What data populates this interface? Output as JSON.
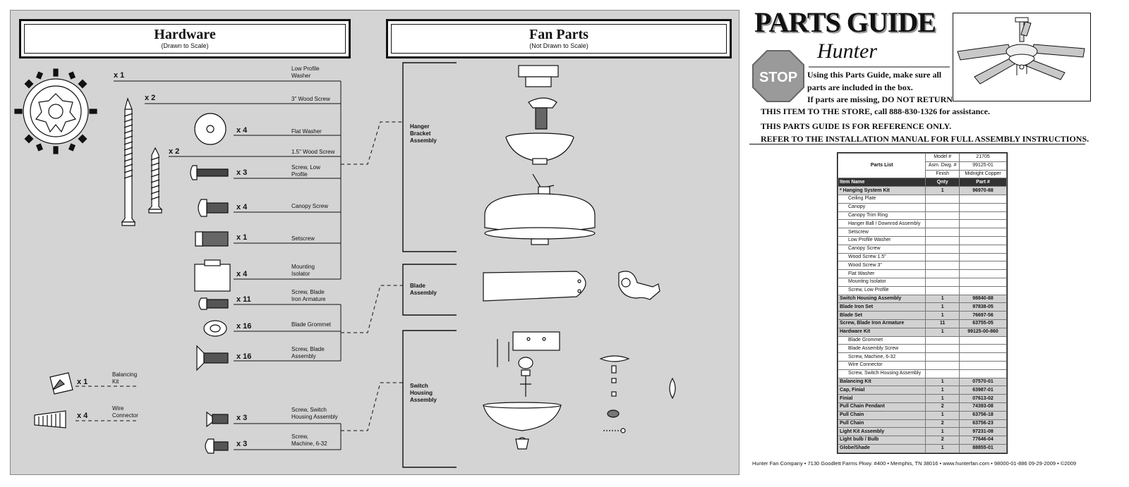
{
  "hardware": {
    "title": "Hardware",
    "subtitle": "(Drawn to Scale)",
    "items": [
      {
        "qty": "x 1",
        "label_a": "Low Profile",
        "label_b": "Washer"
      },
      {
        "qty": "x 2",
        "label_a": "3\" Wood Screw",
        "label_b": ""
      },
      {
        "qty": "x 4",
        "label_a": "Flat Washer",
        "label_b": ""
      },
      {
        "qty": "x 2",
        "label_a": "1.5\" Wood Screw",
        "label_b": ""
      },
      {
        "qty": "x 3",
        "label_a": "Screw, Low",
        "label_b": "Profile"
      },
      {
        "qty": "x 4",
        "label_a": "Canopy Screw",
        "label_b": ""
      },
      {
        "qty": "x 1",
        "label_a": "Setscrew",
        "label_b": ""
      },
      {
        "qty": "x 4",
        "label_a": "Mounting",
        "label_b": "Isolator"
      },
      {
        "qty": "x 11",
        "label_a": "Screw, Blade",
        "label_b": "Iron Armature"
      },
      {
        "qty": "x 16",
        "label_a": "Blade Grommet",
        "label_b": ""
      },
      {
        "qty": "x 16",
        "label_a": "Screw, Blade",
        "label_b": "Assembly"
      },
      {
        "qty": "x 1",
        "label_a": "Balancing",
        "label_b": "Kit"
      },
      {
        "qty": "x 4",
        "label_a": "Wire",
        "label_b": "Connector"
      },
      {
        "qty": "x 3",
        "label_a": "Screw, Switch",
        "label_b": "Housing Assembly"
      },
      {
        "qty": "x 3",
        "label_a": "Screw,",
        "label_b": "Machine, 6-32"
      }
    ]
  },
  "fan_parts": {
    "title": "Fan Parts",
    "subtitle": "(Not Drawn to Scale)",
    "groups": [
      {
        "l1": "Hanger",
        "l2": "Bracket",
        "l3": "Assembly"
      },
      {
        "l1": "Blade",
        "l2": "Assembly",
        "l3": ""
      },
      {
        "l1": "Switch",
        "l2": "Housing",
        "l3": "Assembly"
      }
    ]
  },
  "guide": {
    "title": "PARTS GUIDE",
    "brand": "Hunter",
    "stop": "STOP",
    "line1": "Using this Parts Guide, make sure all",
    "line2": "parts are included in the box.",
    "line3": "If parts are missing, DO NOT RETURN",
    "line4": "THIS ITEM TO THE STORE, call 888-830-1326 for assistance.",
    "line5": "THIS PARTS GUIDE IS FOR REFERENCE ONLY.",
    "line6": "REFER TO THE INSTALLATION MANUAL FOR FULL ASSEMBLY INSTRUCTIONS."
  },
  "parts_list": {
    "title": "Parts List",
    "model_label": "Model #",
    "model": "21705",
    "asm_label": "Asm. Dwg. #",
    "asm": "99125-01",
    "finish_label": "Finish",
    "finish": "Midnight Copper",
    "col_item": "Item Name",
    "col_qty": "Qnty",
    "col_part": "Part #",
    "rows": [
      {
        "name": "* Hanging System Kit",
        "qty": "1",
        "part": "96970-88",
        "main": true
      },
      {
        "name": "Ceiling Plate",
        "qty": "",
        "part": "",
        "main": false
      },
      {
        "name": "Canopy",
        "qty": "",
        "part": "",
        "main": false
      },
      {
        "name": "Canopy Trim Ring",
        "qty": "",
        "part": "",
        "main": false
      },
      {
        "name": "Hanger Ball / Downrod Assembly",
        "qty": "",
        "part": "",
        "main": false
      },
      {
        "name": "Setscrew",
        "qty": "",
        "part": "",
        "main": false
      },
      {
        "name": "Low Profile Washer",
        "qty": "",
        "part": "",
        "main": false
      },
      {
        "name": "Canopy Screw",
        "qty": "",
        "part": "",
        "main": false
      },
      {
        "name": "Wood Screw 1.5\"",
        "qty": "",
        "part": "",
        "main": false
      },
      {
        "name": "Wood Screw 3\"",
        "qty": "",
        "part": "",
        "main": false
      },
      {
        "name": "Flat Washer",
        "qty": "",
        "part": "",
        "main": false
      },
      {
        "name": "Mounting Isolator",
        "qty": "",
        "part": "",
        "main": false
      },
      {
        "name": "Screw, Low Profile",
        "qty": "",
        "part": "",
        "main": false
      },
      {
        "name": "Switch Housing Assembly",
        "qty": "1",
        "part": "98840-88",
        "main": true
      },
      {
        "name": "Blade Iron Set",
        "qty": "1",
        "part": "97838-05",
        "main": true
      },
      {
        "name": "Blade Set",
        "qty": "1",
        "part": "76697-56",
        "main": true
      },
      {
        "name": "Screw, Blade Iron Armature",
        "qty": "11",
        "part": "63755-05",
        "main": true
      },
      {
        "name": "Hardware Kit",
        "qty": "1",
        "part": "99125-00-860",
        "main": true
      },
      {
        "name": "Blade Grommet",
        "qty": "",
        "part": "",
        "main": false
      },
      {
        "name": "Blade Assembly Screw",
        "qty": "",
        "part": "",
        "main": false
      },
      {
        "name": "Screw, Machine, 6-32",
        "qty": "",
        "part": "",
        "main": false
      },
      {
        "name": "Wire Connector",
        "qty": "",
        "part": "",
        "main": false
      },
      {
        "name": "Screw, Switch Housing Assembly",
        "qty": "",
        "part": "",
        "main": false
      },
      {
        "name": "Balancing Kit",
        "qty": "1",
        "part": "07570-01",
        "main": true
      },
      {
        "name": "Cap, Finial",
        "qty": "1",
        "part": "63987-01",
        "main": true
      },
      {
        "name": "Finial",
        "qty": "1",
        "part": "07613-02",
        "main": true
      },
      {
        "name": "Pull Chain Pendant",
        "qty": "2",
        "part": "74393-08",
        "main": true
      },
      {
        "name": "Pull Chain",
        "qty": "1",
        "part": "63756-18",
        "main": true
      },
      {
        "name": "Pull Chain",
        "qty": "2",
        "part": "63756-23",
        "main": true
      },
      {
        "name": "Light Kit Assembly",
        "qty": "1",
        "part": "97231-08",
        "main": true
      },
      {
        "name": "Light bulb / Bulb",
        "qty": "2",
        "part": "77646-04",
        "main": true
      },
      {
        "name": "Globe/Shade",
        "qty": "1",
        "part": "88855-01",
        "main": true
      }
    ]
  },
  "footer": "Hunter Fan Company  •  7130 Goodlett Farms Pkwy. #400  •  Memphis, TN 38016  •  www.hunterfan.com  •  98000-01-886  09-29-2009  •  ©2009"
}
